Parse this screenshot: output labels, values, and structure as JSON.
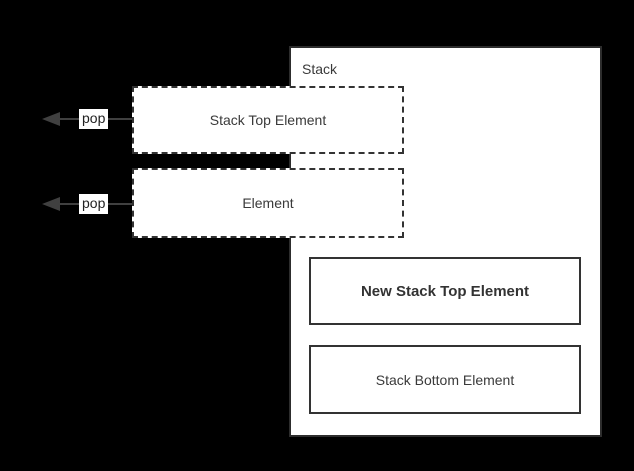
{
  "colors": {
    "background": "#000000",
    "box_fill": "#ffffff",
    "container_border": "#2d2d2d",
    "box_border": "#333333",
    "text": "#3a3a3a",
    "arrow": "#404040"
  },
  "diagram": {
    "container": {
      "label": "Stack"
    },
    "popped": [
      {
        "label": "Stack Top Element",
        "action_label": "pop"
      },
      {
        "label": "Element",
        "action_label": "pop"
      }
    ],
    "remaining": [
      {
        "label": "New Stack Top Element",
        "emphasis": "bold"
      },
      {
        "label": "Stack Bottom Element",
        "emphasis": "normal"
      }
    ]
  }
}
